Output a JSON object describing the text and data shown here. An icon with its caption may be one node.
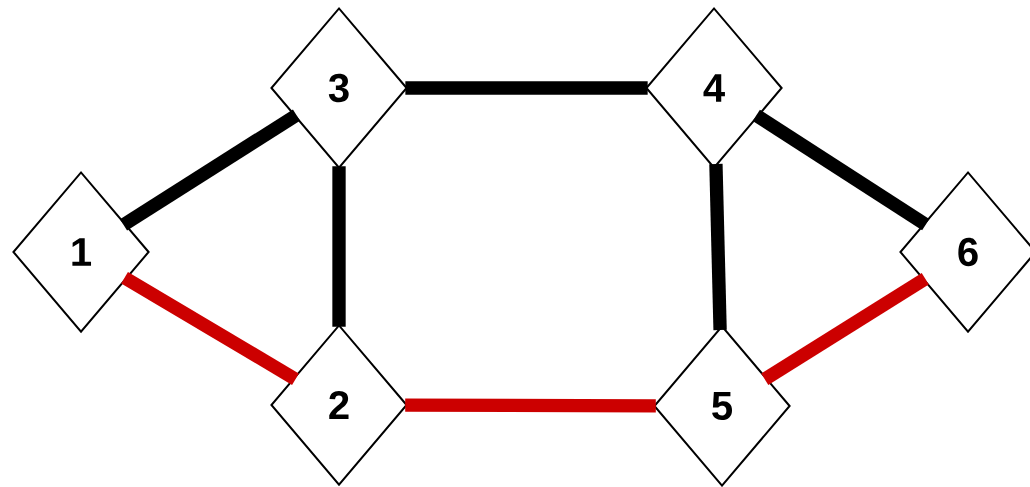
{
  "diagram": {
    "nodes": [
      {
        "text": [
          "3"
        ]
      },
      {
        "text": [
          "4"
        ]
      },
      {
        "text": [
          "1"
        ]
      },
      {
        "text": [
          "6"
        ]
      },
      {
        "text": [
          "2"
        ]
      },
      {
        "text": [
          "5"
        ]
      }
    ],
    "edges": [
      {
        "from": 2,
        "to": 0,
        "arrow": "none"
      },
      {
        "from": 2,
        "to": 4,
        "arrow": "none",
        "color": "#cc0000"
      },
      {
        "from": 0,
        "to": 4,
        "arrow": "none"
      },
      {
        "from": 0,
        "to": 1,
        "arrow": "none"
      },
      {
        "from": 1,
        "to": 5,
        "arrow": "none"
      },
      {
        "from": 1,
        "to": 3,
        "arrow": "none"
      },
      {
        "from": 4,
        "to": 5,
        "arrow": "none",
        "color": "#cc0000"
      },
      {
        "from": 5,
        "to": 3,
        "arrow": "none",
        "color": "#cc0000"
      }
    ]
  }
}
